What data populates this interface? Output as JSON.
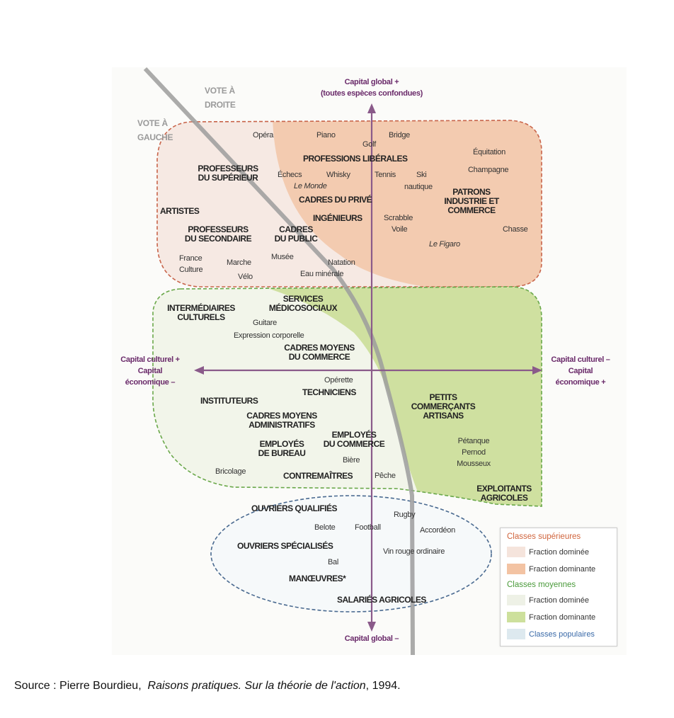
{
  "axes": {
    "top": [
      "Capital global +",
      "(toutes espèces confondues)"
    ],
    "bottom": "Capital global –",
    "left": [
      "Capital culturel +",
      "Capital",
      "économique –"
    ],
    "right": [
      "Capital culturel –",
      "Capital",
      "économique +"
    ]
  },
  "votes": {
    "right": [
      "VOTE À",
      "DROITE"
    ],
    "left": [
      "VOTE À",
      "GAUCHE"
    ]
  },
  "upper": {
    "opera": "Opéra",
    "piano": "Piano",
    "bridge": "Bridge",
    "golf": "Golf",
    "prof_lib": "PROFESSIONS LIBÉRALES",
    "equitation": "Équitation",
    "champagne": "Champagne",
    "prof_sup": [
      "PROFESSEURS",
      "DU SUPÉRIEUR"
    ],
    "echecs": "Échecs",
    "whisky": "Whisky",
    "tennis": "Tennis",
    "ski": [
      "Ski",
      "nautique"
    ],
    "le_monde": "Le Monde",
    "patrons": [
      "PATRONS",
      "INDUSTRIE ET",
      "COMMERCE"
    ],
    "cadres_prive": "CADRES DU PRIVÉ",
    "artistes": "ARTISTES",
    "ingenieurs": "INGÉNIEURS",
    "scrabble": "Scrabble",
    "voile": "Voile",
    "chasse": "Chasse",
    "prof_sec": [
      "PROFESSEURS",
      "DU SECONDAIRE"
    ],
    "cadres_public": [
      "CADRES",
      "DU PUBLIC"
    ],
    "le_figaro": "Le Figaro",
    "france_culture": [
      "France",
      "Culture"
    ],
    "marche": "Marche",
    "musee": "Musée",
    "natation": "Natation",
    "velo": "Vélo",
    "eau": "Eau minérale"
  },
  "middle": {
    "services": [
      "SERVICES",
      "MÉDICOSOCIAUX"
    ],
    "intermediaires": [
      "INTERMÉDIAIRES",
      "CULTURELS"
    ],
    "guitare": "Guitare",
    "expression": "Expression corporelle",
    "cadres_com": [
      "CADRES MOYENS",
      "DU COMMERCE"
    ],
    "operette": "Opérette",
    "techniciens": "TECHNICIENS",
    "instituteurs": "INSTITUTEURS",
    "petits": [
      "PETITS",
      "COMMERÇANTS",
      "ARTISANS"
    ],
    "cadres_adm": [
      "CADRES MOYENS",
      "ADMINISTRATIFS"
    ],
    "employes_com": [
      "EMPLOYÉS",
      "DU COMMERCE"
    ],
    "employes_bur": [
      "EMPLOYÉS",
      "DE BUREAU"
    ],
    "petanque": [
      "Pétanque",
      "Pernod",
      "Mousseux"
    ],
    "biere": "Bière",
    "bricolage": "Bricolage",
    "contremaitres": "CONTREMAÎTRES",
    "peche": "Pêche",
    "exploitants": [
      "EXPLOITANTS",
      "AGRICOLES"
    ]
  },
  "lower": {
    "ouv_qual": "OUVRIERS QUALIFIÉS",
    "rugby": "Rugby",
    "belote": "Belote",
    "football": "Football",
    "accordeon": "Accordéon",
    "ouv_spec": "OUVRIERS SPÉCIALISÉS",
    "vin": "Vin rouge ordinaire",
    "bal": "Bal",
    "manoeuvres": "MANŒUVRES*",
    "salaries": "SALARIÉS AGRICOLES"
  },
  "legend": {
    "sup": "Classes supérieures",
    "sup_dominee": "Fraction dominée",
    "sup_dominante": "Fraction dominante",
    "moy": "Classes moyennes",
    "moy_dominee": "Fraction dominée",
    "moy_dominante": "Fraction dominante",
    "pop": "Classes populaires"
  },
  "colors": {
    "sup": "#d0643c",
    "moy": "#4a9a3a",
    "pop": "#3a6aa8",
    "axis": "#8a5a8a"
  },
  "caption": {
    "prefix": "Source : Pierre Bourdieu,  ",
    "title": "Raisons pratiques. Sur la théorie de l'action",
    "suffix": ", 1994."
  }
}
